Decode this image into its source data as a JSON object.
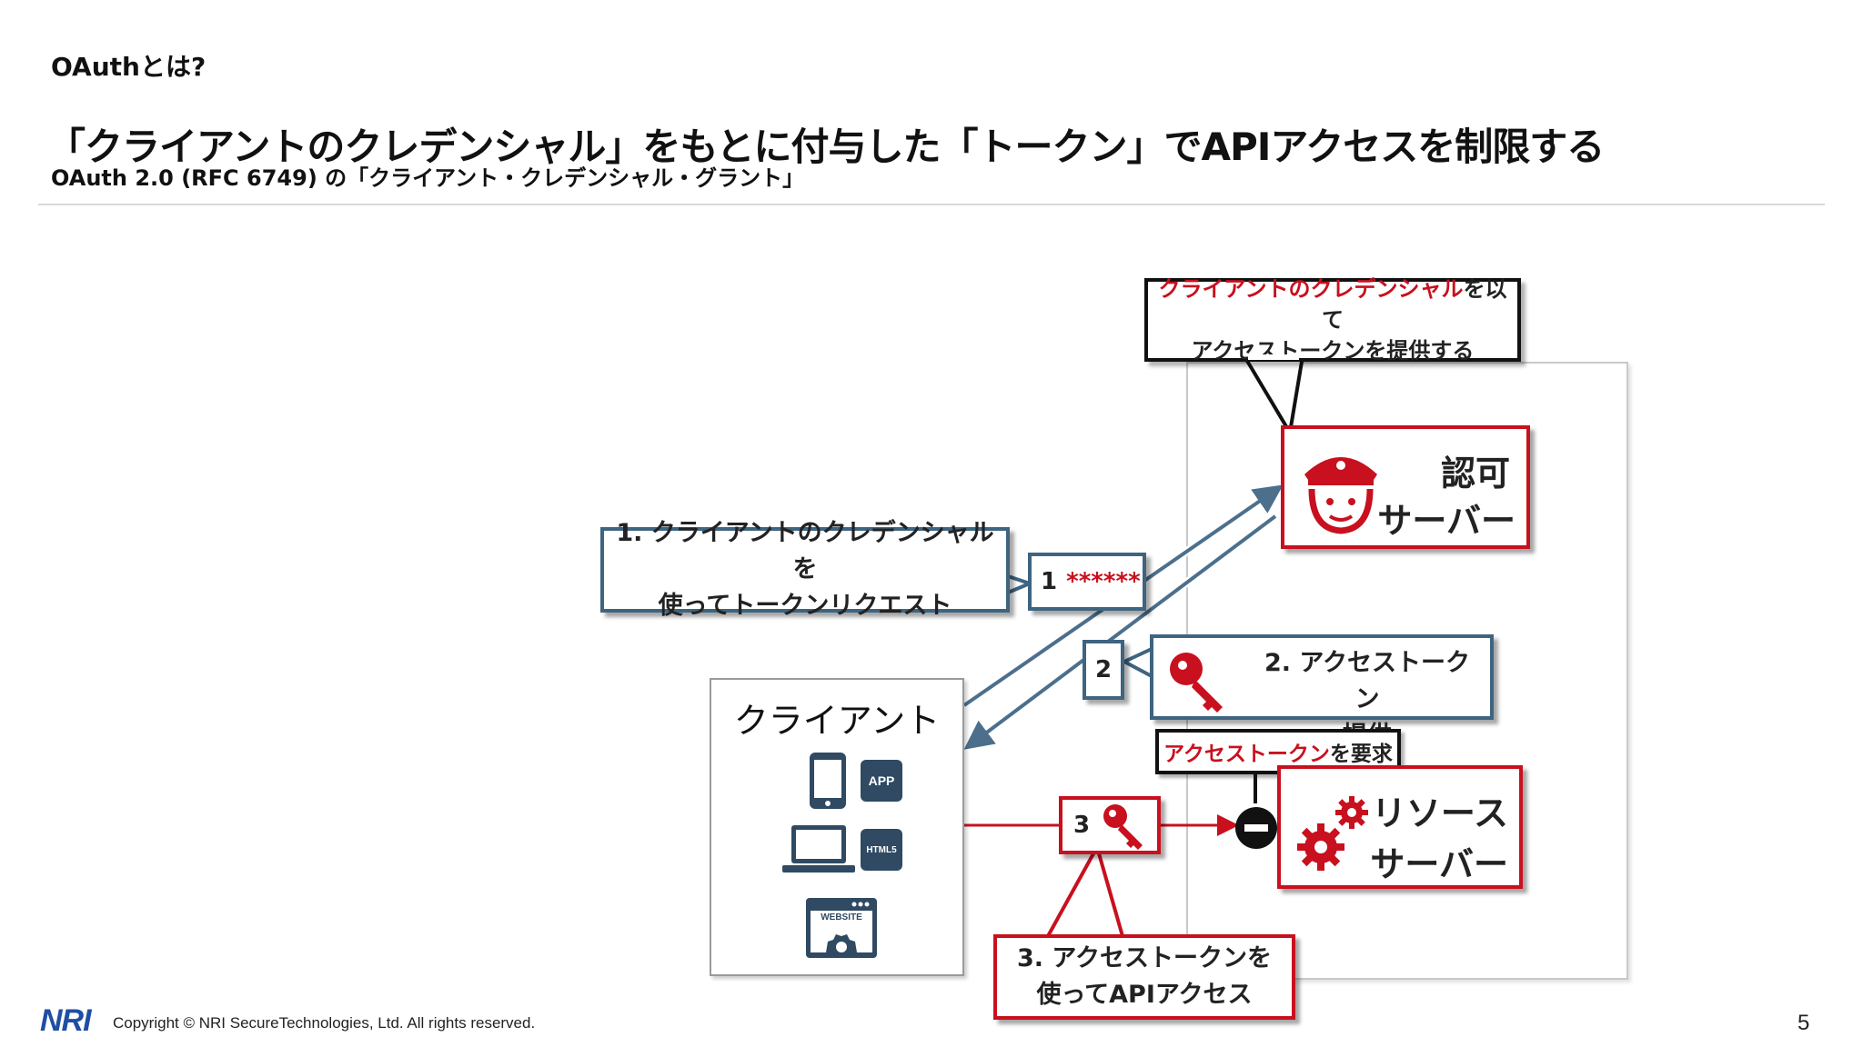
{
  "header": {
    "section": "OAuthとは?",
    "headline": "「クライアントのクレデンシャル」をもとに付与した「トークン」でAPIアクセスを制限する",
    "subhead": "OAuth 2.0 (RFC 6749) の「クライアント・クレデンシャル・グラント」"
  },
  "diagram": {
    "callout_top": {
      "line1_red": "クライアントのクレデンシャル",
      "line1_rest": "を以て",
      "line2": "アクセストークンを提供する"
    },
    "auth_server": {
      "line1": "認可",
      "line2": "サーバー"
    },
    "resource_server": {
      "line1": "リソース",
      "line2": "サーバー"
    },
    "client": {
      "label": "クライアント",
      "app_badge": "APP",
      "html_badge": "HTML5",
      "website_label": "WEBSITE"
    },
    "step1": {
      "line1": "1. クライアントのクレデンシャルを",
      "line2": "使ってトークンリクエスト",
      "tag_num": "1",
      "tag_secret": "******"
    },
    "step2": {
      "line1": "2. アクセストークン",
      "line2": "提供",
      "tag_num": "2"
    },
    "step3": {
      "line1": "3. アクセストークンを",
      "line2": "使ってAPIアクセス",
      "tag_num": "3"
    },
    "request_callout": {
      "red": "アクセストークン",
      "rest": "を要求"
    }
  },
  "footer": {
    "logo": "NRI",
    "copyright": "Copyright © NRI SecureTechnologies, Ltd. All rights reserved.",
    "page": "5"
  },
  "colors": {
    "red": "#c8101e",
    "blue_border": "#3e6480",
    "navy_icon": "#2f4a62"
  }
}
